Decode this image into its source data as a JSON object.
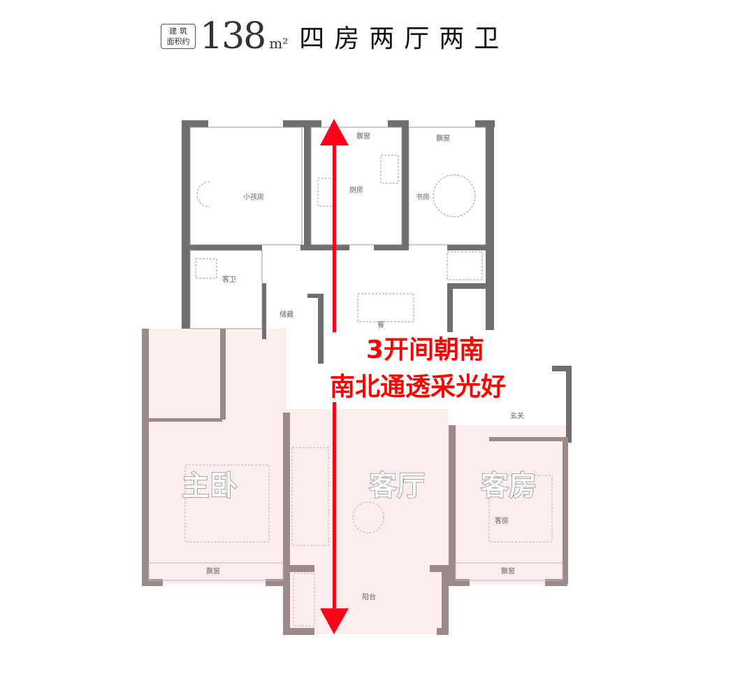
{
  "header": {
    "area_label_line1": "建 筑",
    "area_label_line2": "面积约",
    "area_value": "138",
    "area_unit": "m²",
    "layout": "四房两厅两卫"
  },
  "rooms": {
    "child_room": "小孩房",
    "kitchen": "厨房",
    "study": "书房",
    "bay_window": "飘窗",
    "guest_bath": "客卫",
    "storage": "储藏",
    "dining": "餐",
    "entrance": "玄关",
    "guest_room_small": "客房",
    "balcony": "阳台"
  },
  "highlights": {
    "master_bedroom": "主卧",
    "living_room": "客厅",
    "guest_room": "客房"
  },
  "annotation": {
    "line1": "3开间朝南",
    "line2": "南北通透采光好"
  },
  "colors": {
    "wall": "#6f6f6f",
    "pink_wall": "#9c8a8a",
    "pink_fill": "#fdeeee",
    "arrow": "#ff0019",
    "text_red": "#ff0000"
  }
}
